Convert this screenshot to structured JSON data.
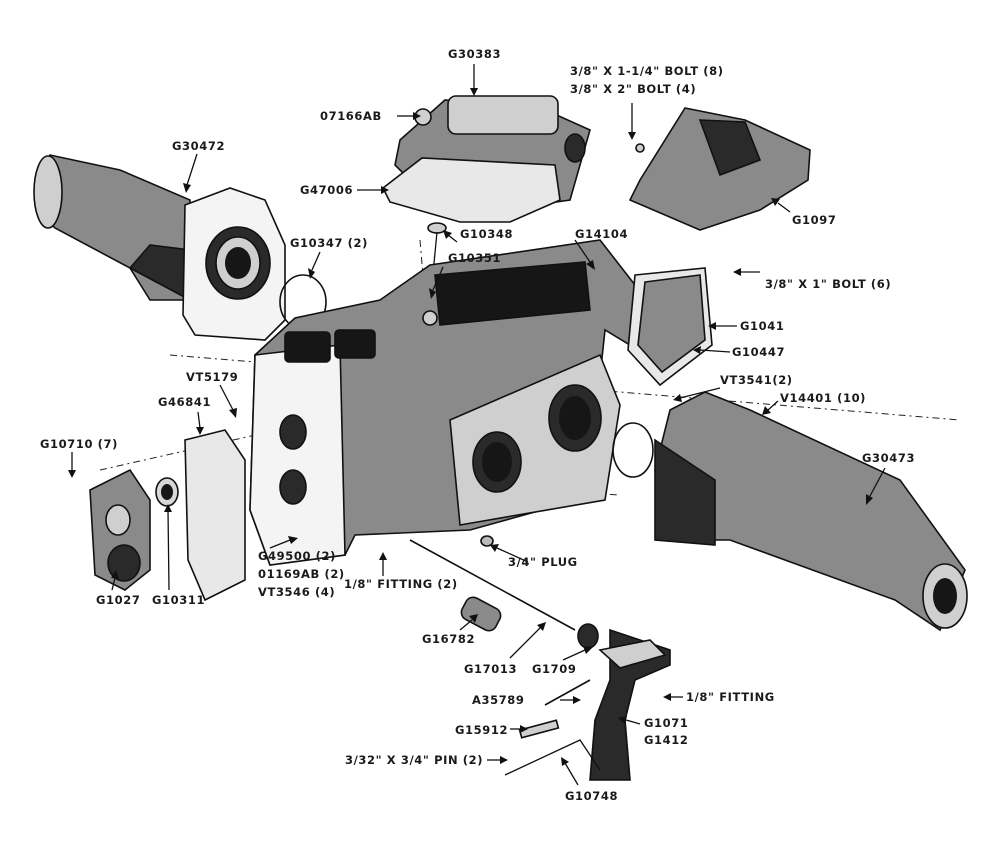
{
  "labels": {
    "g30383": "G30383",
    "bolt_1_25": "3/8\" X 1-1/4\" BOLT (8)",
    "bolt_2": "3/8\" X 2\" BOLT (4)",
    "p07166ab": "07166AB",
    "g30472": "G30472",
    "g47006": "G47006",
    "g1097": "G1097",
    "g10348": "G10348",
    "g14104": "G14104",
    "g10347": "G10347 (2)",
    "g10351": "G10351",
    "bolt_1": "3/8\" X 1\" BOLT (6)",
    "g1041": "G1041",
    "g10447": "G10447",
    "vt5179": "VT5179",
    "vt3541": "VT3541(2)",
    "g46841": "G46841",
    "v14401": "V14401 (10)",
    "g10710": "G10710 (7)",
    "g30473": "G30473",
    "plug": "3/4\" PLUG",
    "g49500": "G49500 (2)",
    "p01169ab": "01169AB (2)",
    "vt3546": "VT3546 (4)",
    "fitting_2": "1/8\" FITTING (2)",
    "g1027": "G1027",
    "g10311": "G10311",
    "g16782": "G16782",
    "g17013": "G17013",
    "g1709": "G1709",
    "a35789": "A35789",
    "fitting_1": "1/8\" FITTING",
    "g15912": "G15912",
    "g1071": "G1071",
    "g1412": "G1412",
    "pin": "3/32\" X 3/4\" PIN (2)",
    "g10748": "G10748"
  }
}
